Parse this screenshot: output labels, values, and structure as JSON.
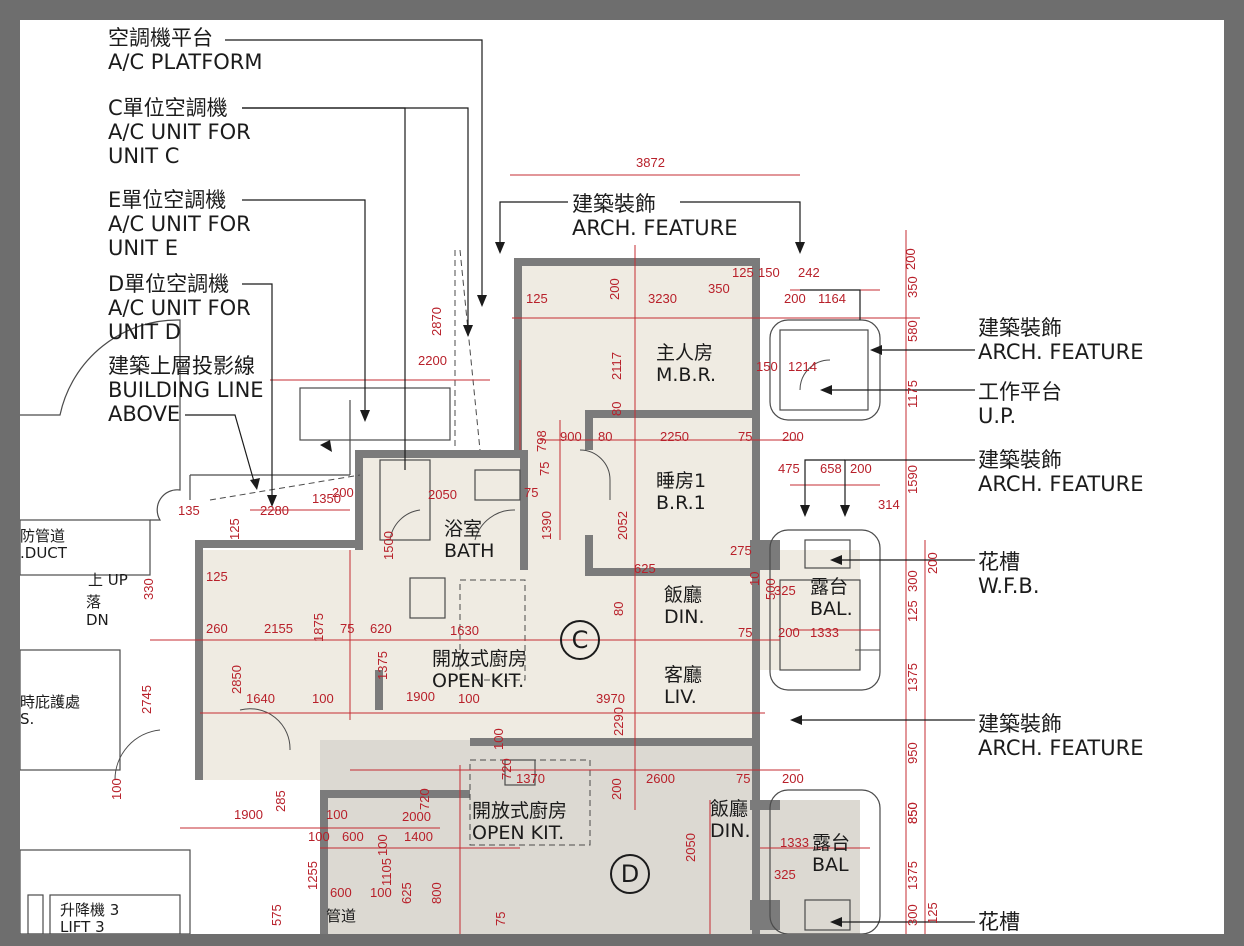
{
  "callouts": {
    "ac_platform": {
      "zh": "空調機平台",
      "en": "A/C PLATFORM"
    },
    "ac_unit_c": {
      "zh": "C單位空調機",
      "en1": "A/C UNIT FOR",
      "en2": "UNIT C"
    },
    "ac_unit_e": {
      "zh": "E單位空調機",
      "en1": "A/C UNIT FOR",
      "en2": "UNIT E"
    },
    "ac_unit_d": {
      "zh": "D單位空調機",
      "en1": "A/C UNIT FOR",
      "en2": "UNIT D"
    },
    "building_line": {
      "zh": "建築上層投影線",
      "en1": "BUILDING LINE",
      "en2": "ABOVE"
    },
    "arch_top": {
      "zh": "建築裝飾",
      "en": "ARCH. FEATURE"
    },
    "arch_r1": {
      "zh": "建築裝飾",
      "en": "ARCH. FEATURE"
    },
    "up": {
      "zh": "工作平台",
      "en": "U.P."
    },
    "arch_r2": {
      "zh": "建築裝飾",
      "en": "ARCH. FEATURE"
    },
    "wfb": {
      "zh": "花槽",
      "en": "W.F.B."
    },
    "arch_r3": {
      "zh": "建築裝飾",
      "en": "ARCH. FEATURE"
    },
    "wfb2": {
      "zh": "花槽"
    }
  },
  "rooms": {
    "mbr": {
      "zh": "主人房",
      "en": "M.B.R."
    },
    "br1": {
      "zh": "睡房1",
      "en": "B.R.1"
    },
    "bath": {
      "zh": "浴室",
      "en": "BATH"
    },
    "din_c": {
      "zh": "飯廳",
      "en": "DIN."
    },
    "liv_c": {
      "zh": "客廳",
      "en": "LIV."
    },
    "kit_c": {
      "zh": "開放式廚房",
      "en": "OPEN KIT."
    },
    "bal_c": {
      "zh": "露台",
      "en": "BAL."
    },
    "kit_d": {
      "zh": "開放式廚房",
      "en": "OPEN KIT."
    },
    "din_d": {
      "zh": "飯廳",
      "en": "DIN."
    },
    "bal_d": {
      "zh": "露台",
      "en": "BAL"
    },
    "unit_c": "C",
    "unit_d": "D"
  },
  "left_labels": {
    "duct": {
      "zh": "防管道",
      "en": ".DUCT"
    },
    "up": "上 UP",
    "dn_zh": "落",
    "dn": "DN",
    "refuge": {
      "zh": "時庇護處",
      "en": "S."
    },
    "lift": {
      "zh": "升降機 3",
      "en": "LIFT 3"
    },
    "pipe": "管道"
  },
  "dimensions": {
    "h": [
      "3872",
      "125",
      "3230",
      "350",
      "125",
      "150",
      "242",
      "200",
      "1164",
      "150",
      "1214",
      "2200",
      "900",
      "80",
      "2250",
      "75",
      "200",
      "475",
      "658",
      "200",
      "2050",
      "75",
      "2280",
      "1350",
      "200",
      "135",
      "625",
      "275",
      "125",
      "325",
      "260",
      "2155",
      "75",
      "620",
      "1630",
      "75",
      "200",
      "1333",
      "1640",
      "100",
      "1900",
      "100",
      "3970",
      "1370",
      "2600",
      "75",
      "200",
      "1900",
      "100",
      "2000",
      "100",
      "600",
      "1400",
      "1333",
      "325",
      "600",
      "100",
      "314"
    ],
    "v": [
      "2870",
      "200",
      "2117",
      "80",
      "798",
      "75",
      "1390",
      "2052",
      "125",
      "1500",
      "330",
      "1875",
      "2850",
      "1375",
      "2745",
      "2290",
      "80",
      "10",
      "100",
      "720",
      "720",
      "200",
      "100",
      "285",
      "1255",
      "100",
      "1105",
      "2050",
      "625",
      "800",
      "575",
      "75",
      "850",
      "500",
      "200",
      "580",
      "350",
      "1175",
      "1590",
      "200",
      "300",
      "125",
      "1375",
      "950",
      "850",
      "1375",
      "300",
      "125"
    ]
  }
}
